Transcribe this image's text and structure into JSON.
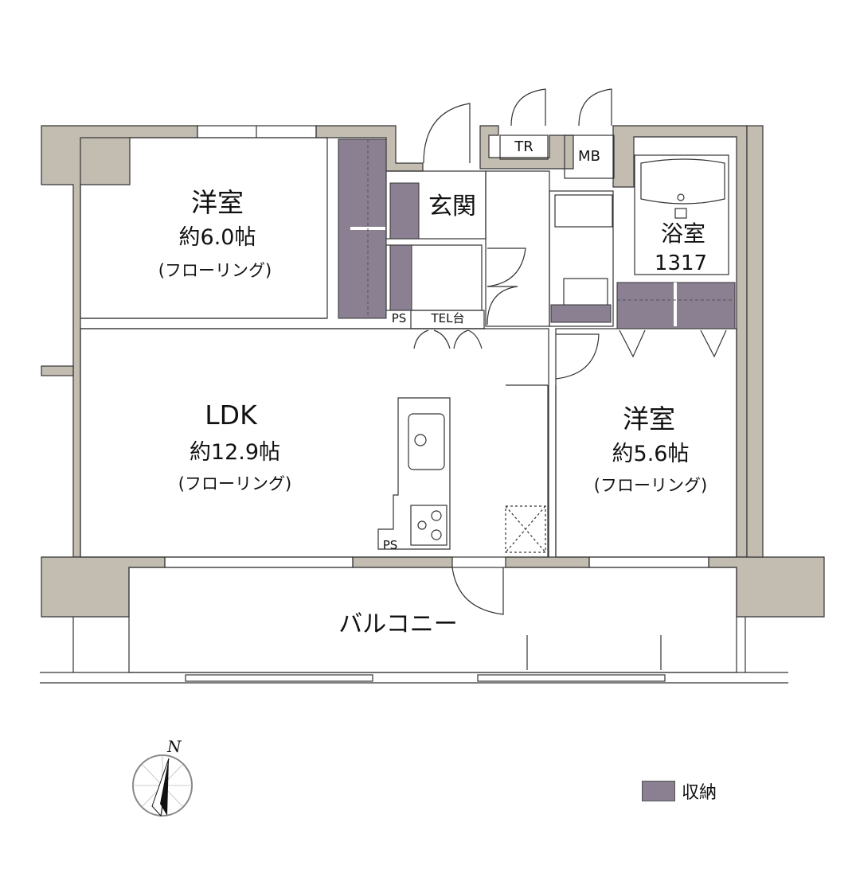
{
  "colors": {
    "wall": "#c2bcb1",
    "storage": "#8b7f92",
    "line": "#333333",
    "background": "#ffffff"
  },
  "rooms": {
    "western_room_1": {
      "name": "洋室",
      "size": "約6.0帖",
      "floor": "(フローリング)"
    },
    "ldk": {
      "name": "LDK",
      "size": "約12.9帖",
      "floor": "(フローリング)"
    },
    "western_room_2": {
      "name": "洋室",
      "size": "約5.6帖",
      "floor": "(フローリング)"
    },
    "entrance": {
      "name": "玄関"
    },
    "bathroom": {
      "name": "浴室",
      "size_code": "1317"
    },
    "balcony": {
      "name": "バルコニー"
    }
  },
  "fixtures": {
    "tr": "TR",
    "mb": "MB",
    "ps_upper": "PS",
    "ps_lower": "PS",
    "tel": "TEL台"
  },
  "compass": {
    "label": "N"
  },
  "legend": {
    "storage_label": "収納"
  }
}
